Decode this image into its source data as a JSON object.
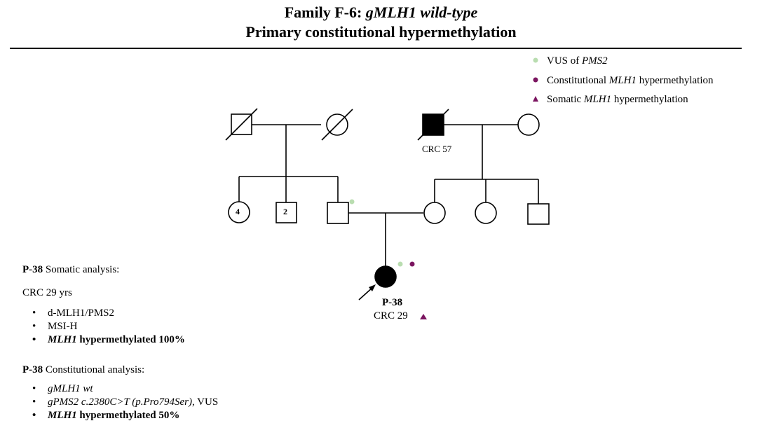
{
  "title": {
    "prefix": "Family F-6: ",
    "italic": "gMLH1 wild-type",
    "subtitle": "Primary constitutional hypermethylation"
  },
  "legend": [
    {
      "marker": "dot",
      "color": "#b9ddb0",
      "text_before": "VUS of ",
      "text_italic": "PMS2",
      "text_after": ""
    },
    {
      "marker": "dot",
      "color": "#7b1560",
      "text_before": "Constitutional ",
      "text_italic": "MLH1",
      "text_after": " hypermethylation"
    },
    {
      "marker": "triangle",
      "color": "#7b1560",
      "text_before": "Somatic ",
      "text_italic": "MLH1",
      "text_after": " hypermethylation"
    }
  ],
  "pedigree": {
    "individuals": {
      "paternal_grandfather": {
        "sex": "male",
        "deceased": true,
        "affected": false
      },
      "paternal_grandmother": {
        "sex": "female",
        "deceased": true,
        "affected": false
      },
      "maternal_grandfather": {
        "sex": "male",
        "deceased": true,
        "affected": true,
        "label": "CRC 57"
      },
      "maternal_grandmother": {
        "sex": "female",
        "deceased": false,
        "affected": false
      },
      "paternal_aunts": {
        "sex": "female",
        "count": "4"
      },
      "paternal_uncles": {
        "sex": "male",
        "count": "2"
      },
      "father": {
        "sex": "male",
        "markers": [
          "VUS of PMS2"
        ]
      },
      "mother": {
        "sex": "female"
      },
      "maternal_aunt": {
        "sex": "female"
      },
      "maternal_uncle": {
        "sex": "male"
      },
      "proband": {
        "sex": "female",
        "affected": true,
        "id": "P-38",
        "label": "CRC 29",
        "markers": [
          "VUS of PMS2",
          "Constitutional MLH1 hypermethylation",
          "Somatic MLH1 hypermethylation"
        ]
      }
    }
  },
  "somatic_panel": {
    "id": "P-38",
    "heading": " Somatic analysis:",
    "subheading": "CRC 29 yrs",
    "items": [
      {
        "italic": "",
        "text": "d-MLH1/PMS2",
        "bold": false
      },
      {
        "italic": "",
        "text": "MSI-H",
        "bold": false
      },
      {
        "italic": "MLH1",
        "text": " hypermethylated 100%",
        "bold": true
      }
    ]
  },
  "constitutional_panel": {
    "id": "P-38",
    "heading": " Constitutional analysis:",
    "items": [
      {
        "italic": "gMLH1 wt",
        "text": "",
        "bold": false
      },
      {
        "italic": "gPMS2 c.2380C>T (p.Pro794Ser)",
        "text": ", VUS",
        "bold": false
      },
      {
        "italic": "MLH1",
        "text": " hypermethylated 50%",
        "bold": true
      }
    ]
  }
}
